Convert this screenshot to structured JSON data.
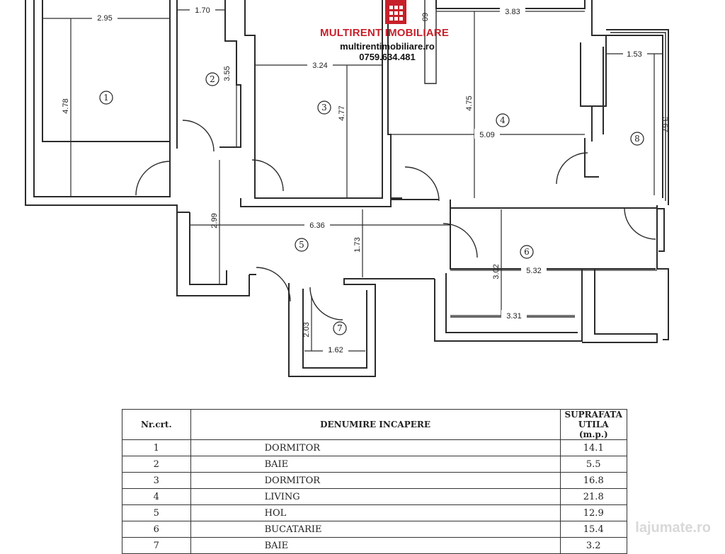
{
  "brand": {
    "name": "MULTIRENT IMOBILIARE",
    "website": "multirentimobiliare.ro",
    "phone": "0759.634.481"
  },
  "plan": {
    "rooms": [
      {
        "num": "1"
      },
      {
        "num": "2"
      },
      {
        "num": "3"
      },
      {
        "num": "4"
      },
      {
        "num": "5"
      },
      {
        "num": "6"
      },
      {
        "num": "7"
      },
      {
        "num": "8"
      }
    ],
    "dimensions": [
      "2.95",
      "1.70",
      "3.83",
      "3.55",
      "3.24",
      "4.78",
      "4.77",
      "4.75",
      "1.53",
      "5.09",
      "3.67",
      "2.99",
      "6.36",
      "1.73",
      "3.02",
      "5.32",
      "3.31",
      "2.03",
      "1.62",
      "09"
    ]
  },
  "table": {
    "headers": [
      "Nr.crt.",
      "DENUMIRE INCAPERE",
      "SUPRAFATA UTILA (m.p.)"
    ],
    "rows": [
      [
        "1",
        "DORMITOR",
        "14.1"
      ],
      [
        "2",
        "BAIE",
        "5.5"
      ],
      [
        "3",
        "DORMITOR",
        "16.8"
      ],
      [
        "4",
        "LIVING",
        "21.8"
      ],
      [
        "5",
        "HOL",
        "12.9"
      ],
      [
        "6",
        "BUCATARIE",
        "15.4"
      ],
      [
        "7",
        "BAIE",
        "3.2"
      ]
    ]
  },
  "watermark": "lajumate.ro"
}
